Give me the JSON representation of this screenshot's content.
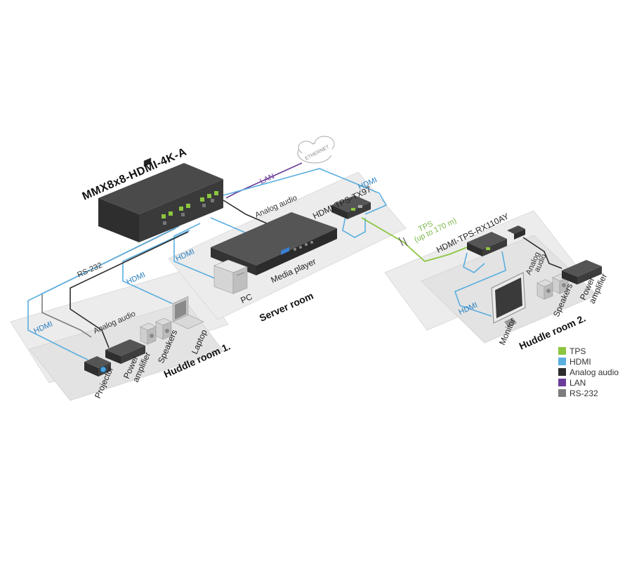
{
  "colors": {
    "tps": "#8cc63f",
    "hdmi": "#5aaee0",
    "analog_audio": "#2d2d2d",
    "lan": "#6a3d9a",
    "rs232": "#7d7d7d",
    "room_fill": "#ebebeb",
    "device_dark": "#3a3a3a"
  },
  "icons": [
    "ethernet-cloud-icon",
    "matrix-switcher-icon",
    "transmitter-icon",
    "receiver-icon",
    "media-player-icon",
    "pc-tower-icon",
    "projector-icon",
    "power-amplifier-icon",
    "speakers-icon",
    "laptop-icon",
    "monitor-icon"
  ],
  "devices": {
    "matrix": "MMX8x8-HDMI-4K-A",
    "transmitter": "HDMI-TPS-TX97",
    "receiver": "HDMI-TPS-RX110AY",
    "media_player": "Media player",
    "pc": "PC",
    "projector": "Projector",
    "power_amp_1_line1": "Power",
    "power_amp_1_line2": "amplifier",
    "speakers_1": "Speakers",
    "laptop": "Laptop",
    "monitor": "Monitor",
    "speakers_2": "Speakers",
    "power_amp_2_line1": "Power",
    "power_amp_2_line2": "amplifier",
    "cloud": "ETHERNET"
  },
  "rooms": {
    "server": "Server room",
    "huddle1": "Huddle room 1.",
    "huddle2": "Huddle room 2."
  },
  "connections": {
    "lan": "LAN",
    "rs232": "RS-232",
    "hdmi_a": "HDMI",
    "hdmi_b": "HDMI",
    "hdmi_c": "HDMI",
    "hdmi_d": "HDMI",
    "hdmi_e": "HDMI",
    "analog_audio_server": "Analog audio",
    "analog_audio_h1": "Analog audio",
    "analog_audio_h2_line1": "Analog",
    "analog_audio_h2_line2": "audio",
    "tps_line1": "TPS",
    "tps_line2": "(up to 170 m)"
  },
  "legend": [
    {
      "label": "TPS",
      "color": "#8cc63f"
    },
    {
      "label": "HDMI",
      "color": "#5aaee0"
    },
    {
      "label": "Analog audio",
      "color": "#2d2d2d"
    },
    {
      "label": "LAN",
      "color": "#6a3d9a"
    },
    {
      "label": "RS-232",
      "color": "#7d7d7d"
    }
  ]
}
